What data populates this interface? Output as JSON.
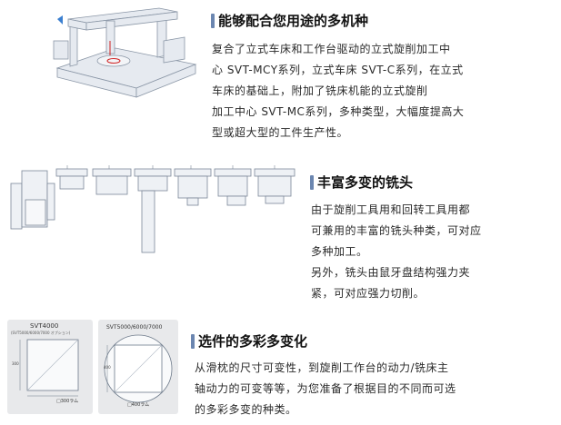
{
  "section1": {
    "title": "能够配合您用途的多机种",
    "lines": [
      "复合了立式车床和工作台驱动的立式旋削加工中",
      "心 SVT-MCY系列，立式车床 SVT-C系列，在立式",
      "车床的基础上，附加了铣床机能的立式旋削",
      "加工中心 SVT-MC系列，多种类型，大幅度提高大",
      "型或超大型的工件生产性。"
    ]
  },
  "section2": {
    "title": "丰富多变的铣头",
    "lines": [
      "由于旋削工具用和回转工具用都",
      "可兼用的丰富的铣头种类，可对应",
      "多种加工。",
      "另外，铣头由鼠牙盘结构强力夹",
      "紧，可对应强力切削。"
    ]
  },
  "section3": {
    "title": "选件的多彩多变化",
    "lines": [
      "从滑枕的尺寸可变性，到旋削工作台的动力/铣床主",
      "轴动力的可变等等，为您准备了根据目的不同而可选",
      "的多彩多变的种类。"
    ],
    "diagram_left": {
      "title": "SVT4000",
      "subtitle": "(SVT5000/6000/7000 オプション)",
      "note": "□300ラム",
      "dim": "300"
    },
    "diagram_right": {
      "title": "SVT5000/6000/7000",
      "note": "□400ラム",
      "dim": "400"
    }
  },
  "colors": {
    "marker": "#6b86b0",
    "machine_line": "#8a96a6",
    "machine_fill": "#e6eaf0"
  }
}
